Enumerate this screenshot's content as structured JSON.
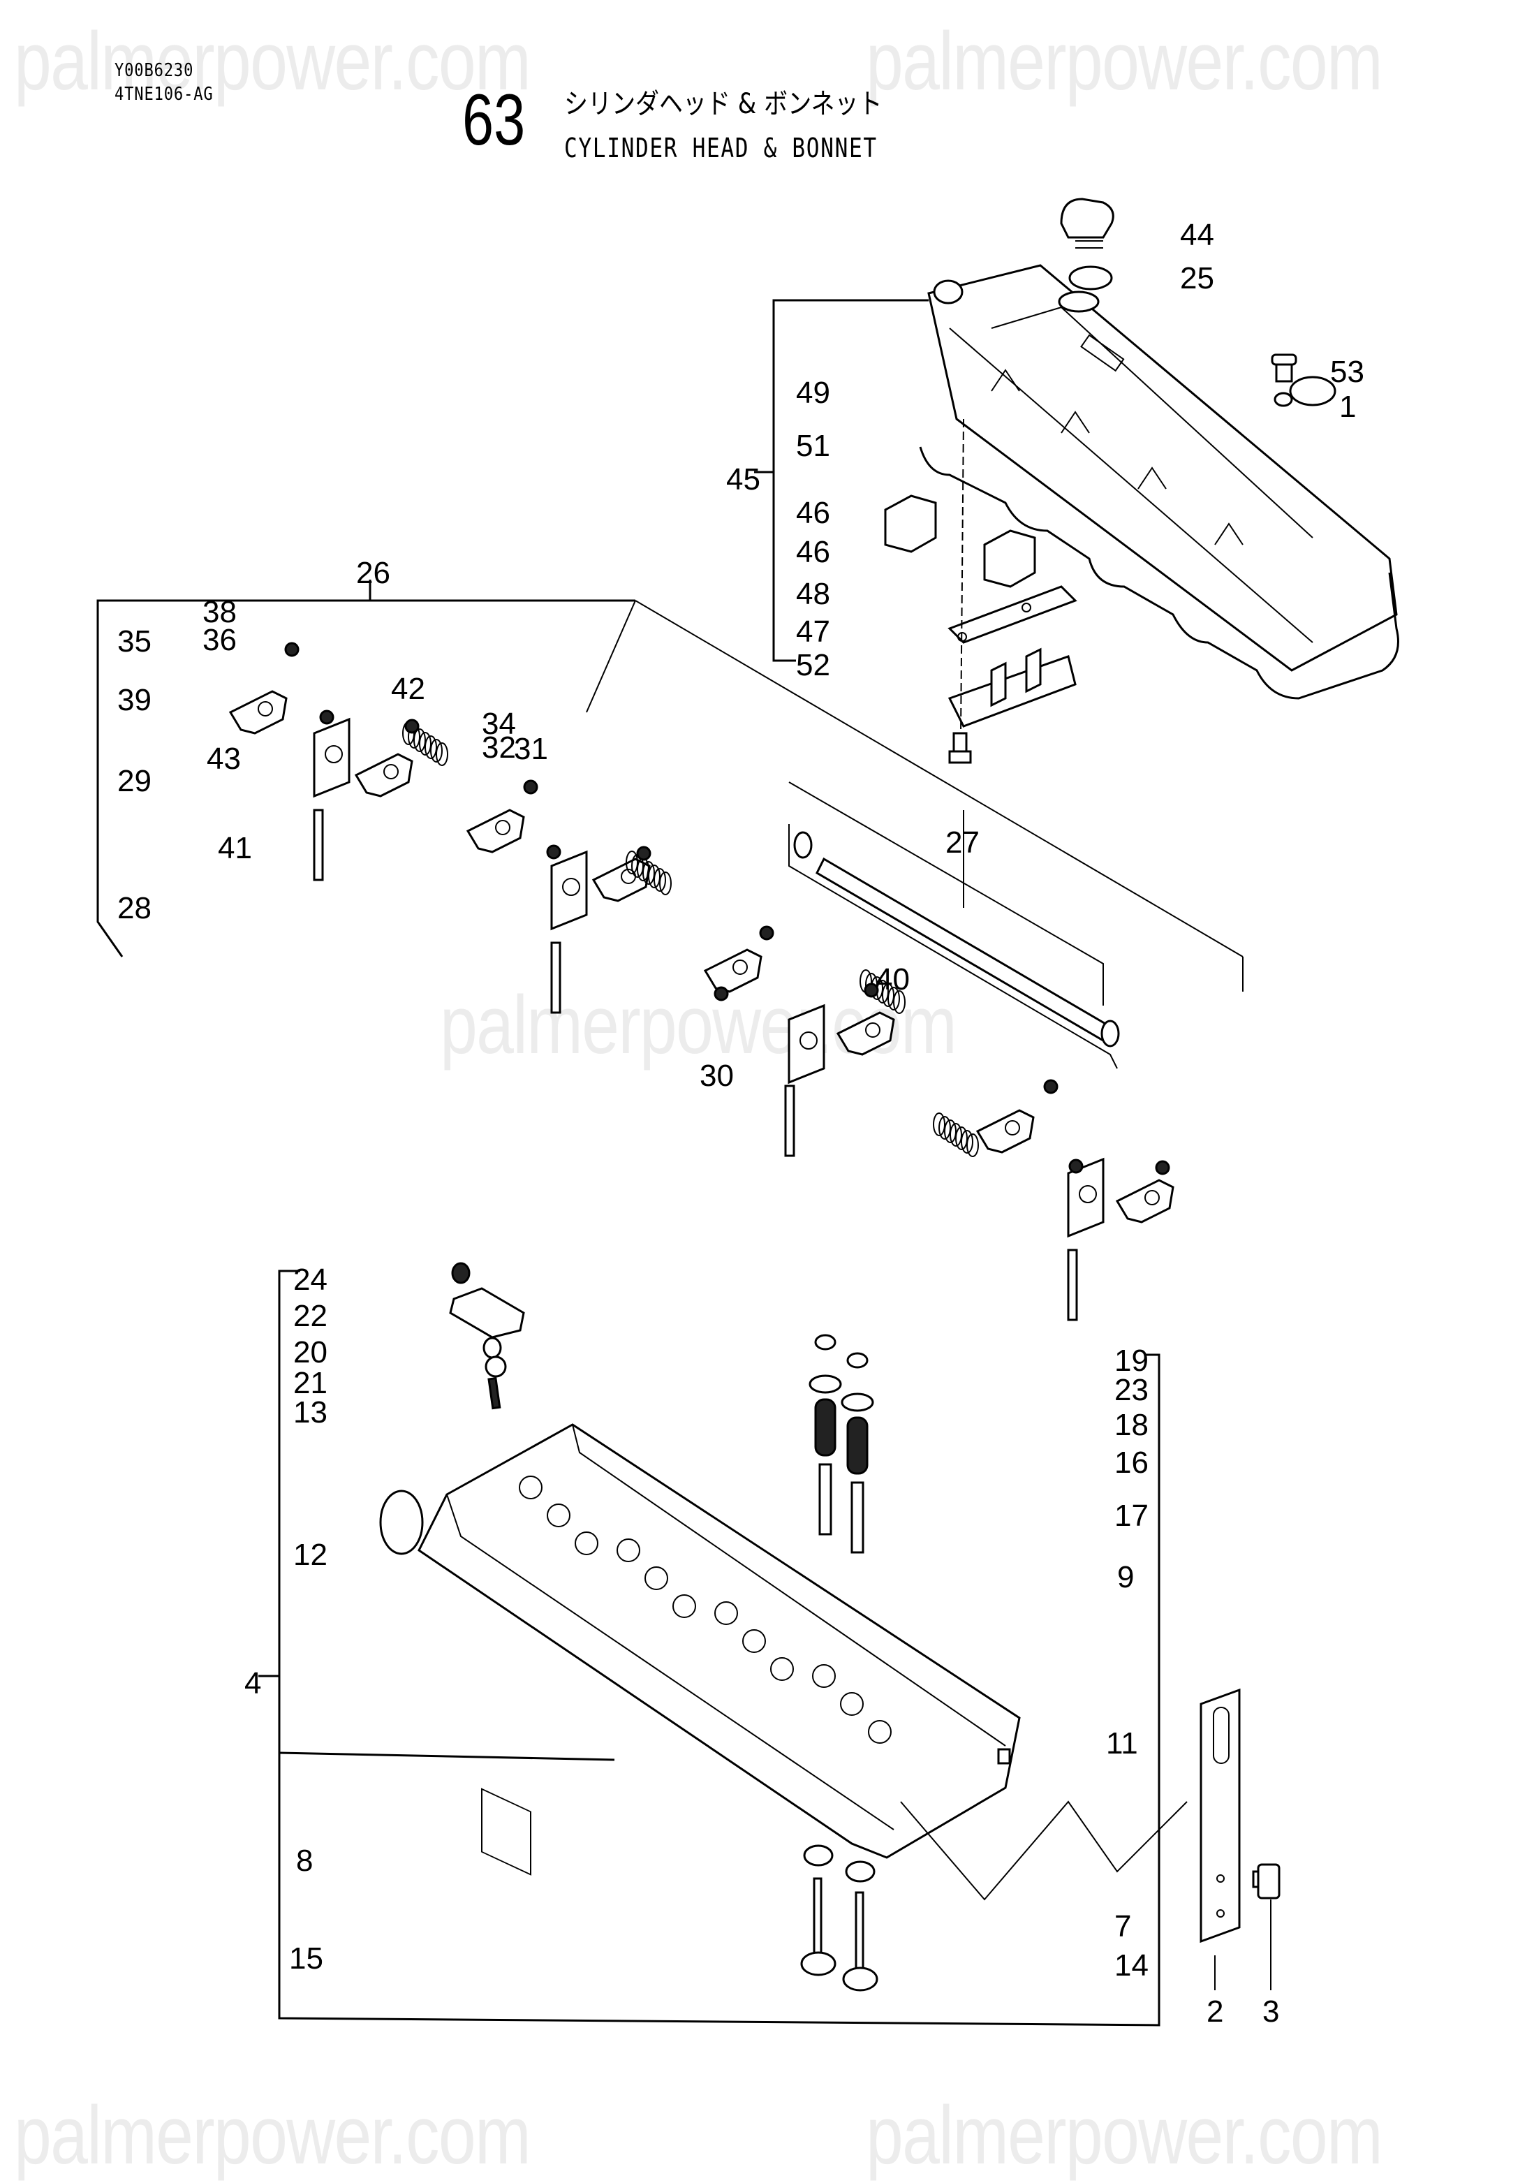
{
  "watermark": "palmerpower.com",
  "header": {
    "catalog_code": "Y00B6230",
    "model": "4TNE106-AG",
    "figure_number": "63",
    "title_jp": "シリンダヘッド & ボンネット",
    "title_en": "CYLINDER HEAD & BONNET"
  },
  "callouts": [
    {
      "label": "44",
      "part": "oil-filler-cap"
    },
    {
      "label": "25",
      "part": "o-ring"
    },
    {
      "label": "53",
      "part": "plug"
    },
    {
      "label": "1",
      "part": "o-ring-small"
    },
    {
      "label": "45",
      "part": "bonnet-assembly"
    },
    {
      "label": "49",
      "part": "bonnet-pin"
    },
    {
      "label": "51",
      "part": "bonnet-gasket"
    },
    {
      "label": "46",
      "part": "packing-block"
    },
    {
      "label": "46",
      "part": "packing-block"
    },
    {
      "label": "48",
      "part": "breather-gasket"
    },
    {
      "label": "47",
      "part": "breather-plate"
    },
    {
      "label": "52",
      "part": "bolt"
    },
    {
      "label": "26",
      "part": "rocker-arm-assembly"
    },
    {
      "label": "38",
      "part": "nut"
    },
    {
      "label": "36",
      "part": "adjusting-screw"
    },
    {
      "label": "35",
      "part": "rocker-arm-exhaust"
    },
    {
      "label": "39",
      "part": "snap-ring"
    },
    {
      "label": "29",
      "part": "rocker-support"
    },
    {
      "label": "28",
      "part": "spring"
    },
    {
      "label": "42",
      "part": "bolt"
    },
    {
      "label": "43",
      "part": "nut"
    },
    {
      "label": "34",
      "part": "nut"
    },
    {
      "label": "32",
      "part": "adjusting-screw"
    },
    {
      "label": "31",
      "part": "rocker-arm-intake"
    },
    {
      "label": "41",
      "part": "stud"
    },
    {
      "label": "27",
      "part": "rocker-shaft"
    },
    {
      "label": "40",
      "part": "screw"
    },
    {
      "label": "30",
      "part": "rocker-support"
    },
    {
      "label": "24",
      "part": "nut"
    },
    {
      "label": "22",
      "part": "nozzle-retainer"
    },
    {
      "label": "20",
      "part": "collar"
    },
    {
      "label": "21",
      "part": "washer"
    },
    {
      "label": "13",
      "part": "stud"
    },
    {
      "label": "12",
      "part": "plug"
    },
    {
      "label": "4",
      "part": "cylinder-head-assembly"
    },
    {
      "label": "19",
      "part": "valve-cap"
    },
    {
      "label": "23",
      "part": "cotter"
    },
    {
      "label": "18",
      "part": "spring-retainer"
    },
    {
      "label": "16",
      "part": "valve-spring"
    },
    {
      "label": "17",
      "part": "stem-seal"
    },
    {
      "label": "9",
      "part": "valve-guide"
    },
    {
      "label": "11",
      "part": "plug"
    },
    {
      "label": "8",
      "part": "exhaust-valve-seat"
    },
    {
      "label": "7",
      "part": "intake-valve-seat"
    },
    {
      "label": "15",
      "part": "exhaust-valve"
    },
    {
      "label": "14",
      "part": "intake-valve"
    },
    {
      "label": "2",
      "part": "lifting-eye"
    },
    {
      "label": "3",
      "part": "bolt"
    }
  ]
}
